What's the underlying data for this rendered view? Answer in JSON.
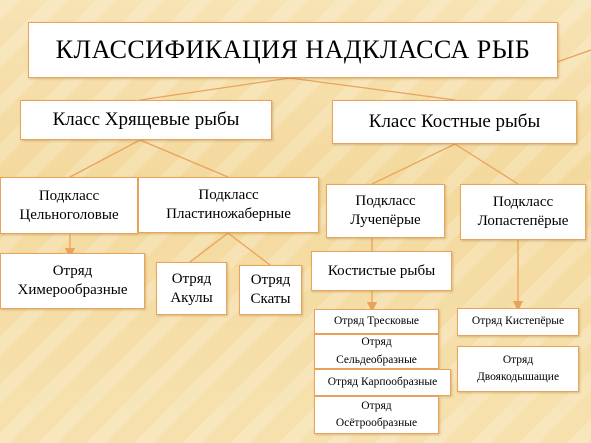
{
  "title": "КЛАССИФИКАЦИЯ НАДКЛАССА РЫБ",
  "classes": {
    "cartilaginous": "Класс  Хрящевые рыбы",
    "bony": "Класс  Костные рыбы"
  },
  "subclasses": {
    "holocephali": "Подкласс\nЦельноголовые",
    "elasmobranchii": "Подкласс\nПластиножаберные",
    "ray_finned": "Подкласс\nЛучепёрые",
    "lobe_finned": "Подкласс\nЛопастепёрые"
  },
  "groups": {
    "teleostei": "Костистые рыбы"
  },
  "orders": {
    "chimaeriformes": "Отряд\nХимерообразные",
    "sharks": "Отряд\nАкулы",
    "rays": "Отряд\nСкаты",
    "cod": "Отряд Тресковые",
    "herring": "Отряд\nСельдеобразные",
    "carp": "Отряд Карпообразные",
    "sturgeon": "Отряд\nОсётрообразные",
    "crossopterygii": "Отряд Кистепёрые",
    "dipnoi": "Отряд\nДвоякодышащие"
  },
  "colors": {
    "border": "#e9a35a",
    "connector": "#e9a35a",
    "background": "#f5dda7"
  }
}
